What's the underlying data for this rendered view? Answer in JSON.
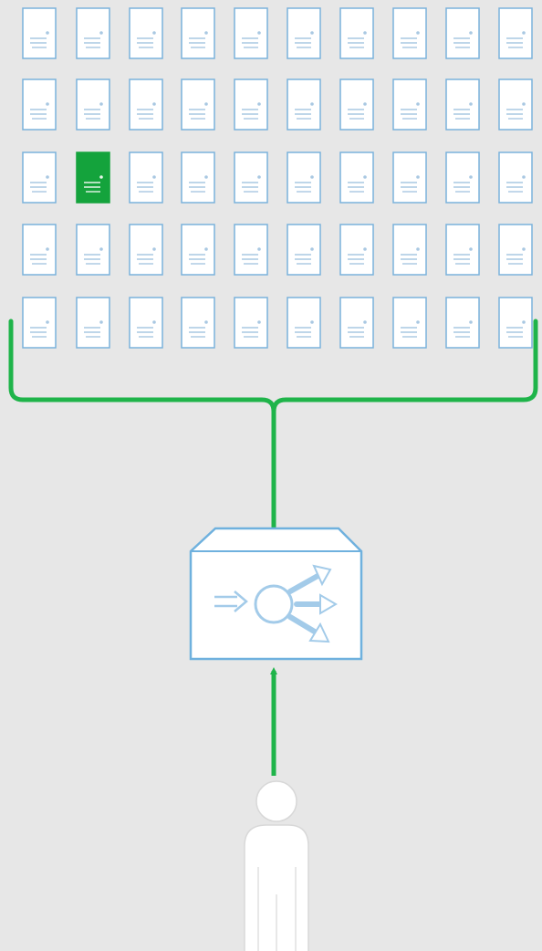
{
  "colors": {
    "background": "#e7e7e7",
    "connector": "#1fb44a",
    "server_outline": "#7ab2dc",
    "server_fill": "#ffffff",
    "server_detail": "#a9c8e2",
    "active_server_fill": "#14a33c",
    "active_server_detail": "#e6f6ea",
    "balancer_outline": "#6fb1de",
    "balancer_icon": "#a3cbe9",
    "user_fill": "#ffffff",
    "user_outline": "#d8d8d8"
  },
  "server_grid": {
    "rows": 5,
    "columns": 10,
    "active_server": {
      "row": 3,
      "column": 2
    }
  },
  "icons": {
    "server": "server-icon",
    "load_balancer": "load-balancer-icon",
    "user": "user-icon",
    "connector": "arrow-connector"
  }
}
